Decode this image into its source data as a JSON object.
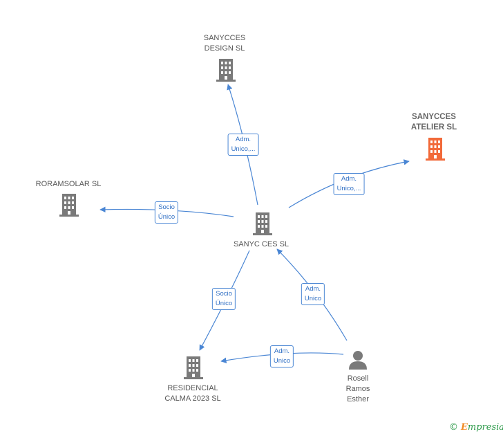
{
  "colors": {
    "edge": "#4a86d4",
    "building": "#7a7a7a",
    "building_highlight": "#f26a3a",
    "person": "#7a7a7a"
  },
  "nodes": {
    "design": "SANYCCES\nDESIGN  SL",
    "atelier": "SANYCCES\nATELIER  SL",
    "roramsolar": "RORAMSOLAR SL",
    "center": "SANYC CES  SL",
    "residencial": "RESIDENCIAL\nCALMA 2023  SL",
    "person": "Rosell\nRamos\nEsther"
  },
  "edges": {
    "center_design": "Adm.\nUnico,...",
    "center_atelier": "Adm.\nUnico,...",
    "center_roramsolar": "Socio\nÚnico",
    "center_residencial": "Socio\nÚnico",
    "person_center": "Adm.\nUnico",
    "person_residencial": "Adm.\nUnico"
  },
  "brand": {
    "copyright": "©",
    "initial": "E",
    "rest": "mpresia"
  }
}
